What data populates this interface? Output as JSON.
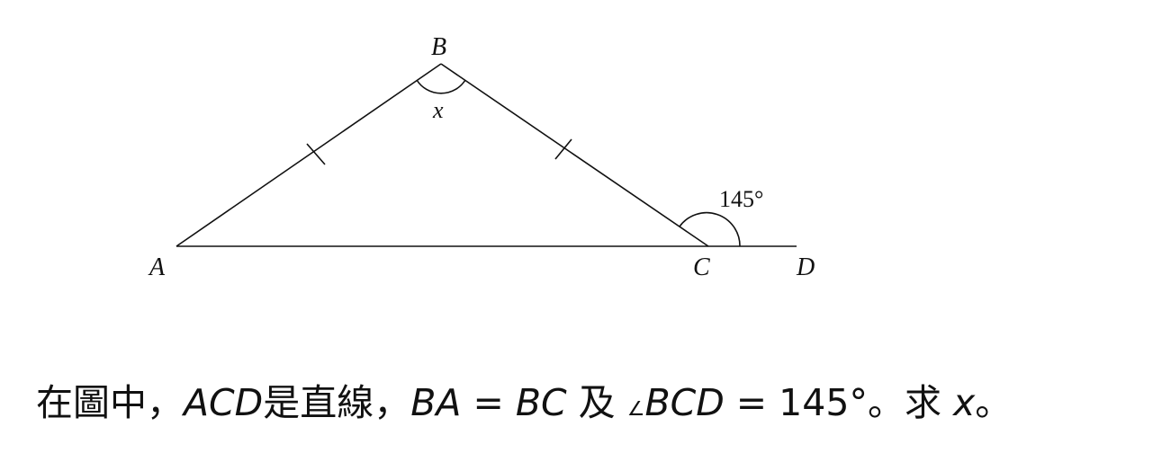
{
  "figure": {
    "points": {
      "A": "A",
      "B": "B",
      "C": "C",
      "D": "D"
    },
    "angle_x_label": "x",
    "angle_bcd_label": "145°"
  },
  "question": {
    "prefix": "在圖中，",
    "acd": "ACD",
    "line_text": "是直線，",
    "ba": "BA",
    "eq1": " = ",
    "bc": "BC",
    "and_text": " 及 ",
    "angle_symbol": "∠",
    "bcd": "BCD",
    "eq2": " = 145°。求 ",
    "x": "x",
    "end": "。"
  }
}
